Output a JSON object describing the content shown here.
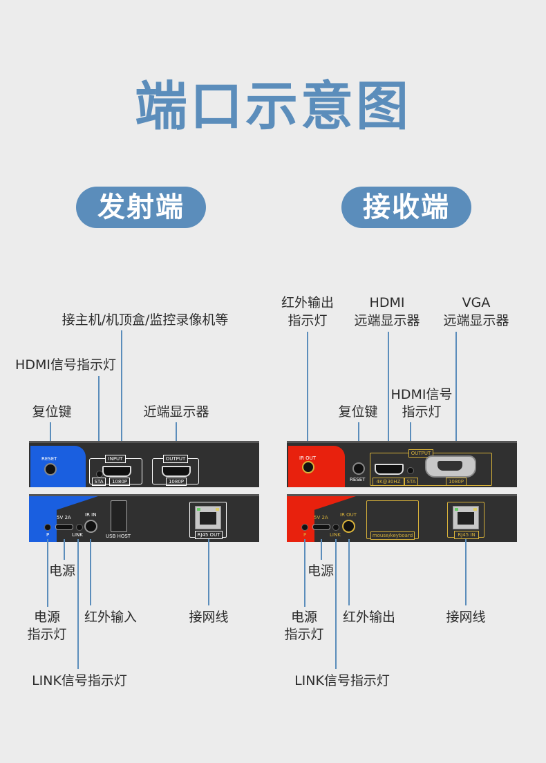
{
  "title": "端口示意图",
  "transmitter": {
    "heading": "发射端",
    "labels": {
      "host": "接主机/机顶盒/监控录像机等",
      "hdmi_led": "HDMI信号指示灯",
      "reset": "复位键",
      "near_display": "近端显示器",
      "power": "电源",
      "power_led_l1": "电源",
      "power_led_l2": "指示灯",
      "ir_in": "红外输入",
      "network": "接网线",
      "link_led": "LINK信号指示灯"
    },
    "front": {
      "reset": "RESET",
      "input": "INPUT",
      "output": "OUTPUT",
      "sta": "STA",
      "res1": "1080P",
      "res2": "1080P"
    },
    "rear": {
      "p": "P",
      "power": "5V 2A",
      "link": "LINK",
      "ir": "IR IN",
      "usb": "USB HOST",
      "rj45": "RJ45 OUT"
    },
    "colors": {
      "accent": "#1a5fe0"
    }
  },
  "receiver": {
    "heading": "接收端",
    "labels": {
      "ir_out_l1": "红外输出",
      "ir_out_l2": "指示灯",
      "hdmi_l1": "HDMI",
      "hdmi_l2": "远端显示器",
      "vga_l1": "VGA",
      "vga_l2": "远端显示器",
      "hdmi_led_l1": "HDMI信号",
      "hdmi_led_l2": "指示灯",
      "reset": "复位键",
      "power": "电源",
      "power_led_l1": "电源",
      "power_led_l2": "指示灯",
      "ir_out": "红外输出",
      "network": "接网线",
      "link_led": "LINK信号指示灯"
    },
    "front": {
      "ir": "IR OUT",
      "reset": "RESET",
      "output": "OUTPUT",
      "res4k": "4K@30HZ",
      "sta": "STA",
      "res1080": "1080P"
    },
    "rear": {
      "p": "P",
      "power": "5V 2A",
      "link": "LINK",
      "ir": "IR OUT",
      "mk": "mouse/keyboard",
      "rj45": "RJ45 IN"
    },
    "colors": {
      "accent": "#e8210d"
    }
  }
}
